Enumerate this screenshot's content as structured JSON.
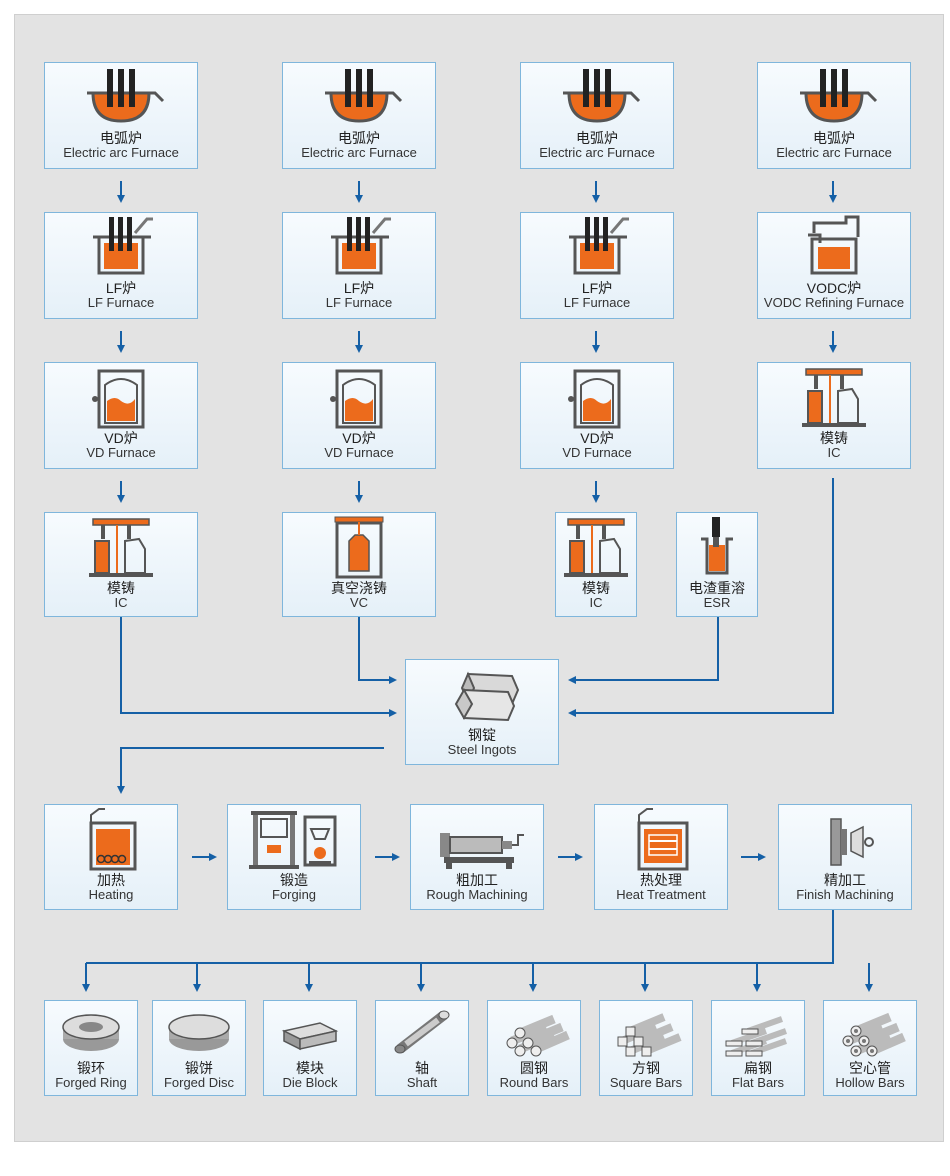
{
  "colors": {
    "accent": "#ec6b1c",
    "arrow": "#1560a6",
    "box_border": "#7fb6dc",
    "icon": "#555555"
  },
  "route1": {
    "eaf": {
      "zh": "电弧炉",
      "en": "Electric arc Furnace",
      "icon": "electric-arc-furnace-icon"
    },
    "lf": {
      "zh": "LF炉",
      "en": "LF  Furnace",
      "icon": "ladle-furnace-icon"
    },
    "vd": {
      "zh": "VD炉",
      "en": "VD  Furnace",
      "icon": "vacuum-degassing-icon"
    },
    "ic": {
      "zh": "模铸",
      "en": "IC",
      "icon": "ingot-casting-icon"
    }
  },
  "route2": {
    "eaf": {
      "zh": "电弧炉",
      "en": "Electric arc Furnace",
      "icon": "electric-arc-furnace-icon"
    },
    "lf": {
      "zh": "LF炉",
      "en": "LF  Furnace",
      "icon": "ladle-furnace-icon"
    },
    "vd": {
      "zh": "VD炉",
      "en": "VD  Furnace",
      "icon": "vacuum-degassing-icon"
    },
    "vc": {
      "zh": "真空浇铸",
      "en": "VC",
      "icon": "vacuum-casting-icon"
    }
  },
  "route3": {
    "eaf": {
      "zh": "电弧炉",
      "en": "Electric arc Furnace",
      "icon": "electric-arc-furnace-icon"
    },
    "lf": {
      "zh": "LF炉",
      "en": "LF  Furnace",
      "icon": "ladle-furnace-icon"
    },
    "vd": {
      "zh": "VD炉",
      "en": "VD  Furnace",
      "icon": "vacuum-degassing-icon"
    },
    "ic": {
      "zh": "模铸",
      "en": "IC",
      "icon": "ingot-casting-icon"
    },
    "esr": {
      "zh": "电渣重溶",
      "en": "ESR",
      "icon": "electroslag-remelting-icon"
    }
  },
  "route4": {
    "eaf": {
      "zh": "电弧炉",
      "en": "Electric arc Furnace",
      "icon": "electric-arc-furnace-icon"
    },
    "vodc": {
      "zh": "VODC炉",
      "en": "VODC Refining  Furnace",
      "icon": "vodc-furnace-icon"
    },
    "ic": {
      "zh": "模铸",
      "en": "IC",
      "icon": "ingot-casting-icon"
    }
  },
  "ingots": {
    "zh": "钢锭",
    "en": "Steel Ingots",
    "icon": "steel-ingots-icon"
  },
  "process": [
    {
      "zh": "加热",
      "en": "Heating",
      "icon": "heating-furnace-icon"
    },
    {
      "zh": "锻造",
      "en": "Forging",
      "icon": "forging-press-icon"
    },
    {
      "zh": "粗加工",
      "en": "Rough Machining",
      "icon": "lathe-icon"
    },
    {
      "zh": "热处理",
      "en": "Heat Treatment",
      "icon": "heat-treatment-furnace-icon"
    },
    {
      "zh": "精加工",
      "en": "Finish Machining",
      "icon": "finish-machining-icon"
    }
  ],
  "products": [
    {
      "zh": "锻环",
      "en": "Forged Ring",
      "icon": "forged-ring-icon"
    },
    {
      "zh": "锻饼",
      "en": "Forged Disc",
      "icon": "forged-disc-icon"
    },
    {
      "zh": "模块",
      "en": "Die Block",
      "icon": "die-block-icon"
    },
    {
      "zh": "轴",
      "en": "Shaft",
      "icon": "shaft-icon"
    },
    {
      "zh": "圆钢",
      "en": "Round Bars",
      "icon": "round-bars-icon"
    },
    {
      "zh": "方钢",
      "en": "Square Bars",
      "icon": "square-bars-icon"
    },
    {
      "zh": "扁钢",
      "en": "Flat Bars",
      "icon": "flat-bars-icon"
    },
    {
      "zh": "空心管",
      "en": "Hollow Bars",
      "icon": "hollow-bars-icon"
    }
  ]
}
